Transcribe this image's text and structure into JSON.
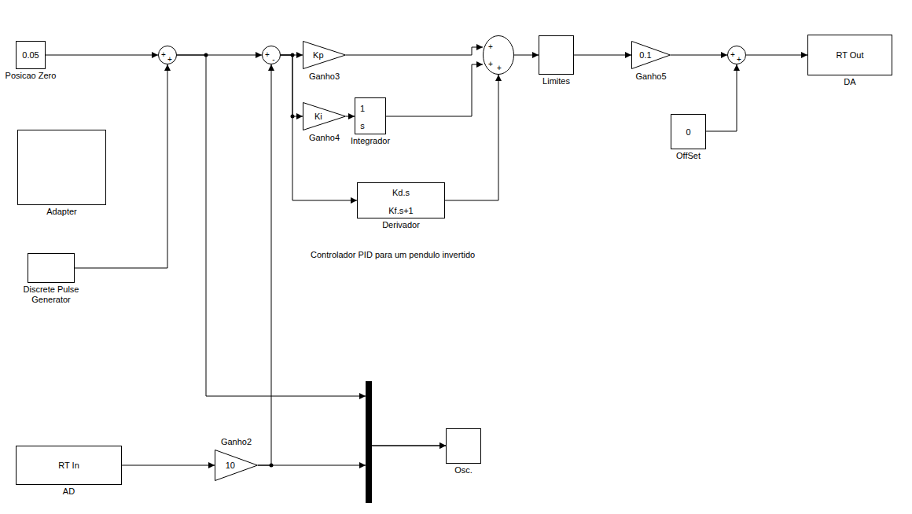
{
  "diagram": {
    "nodes": [
      {
        "text": [
          "0.05",
          "Posicao Zero"
        ]
      },
      {
        "text": [
          "+",
          "+"
        ]
      },
      {
        "text": [
          "+",
          "-"
        ]
      },
      {
        "text": [
          "Kp",
          "Ganho3"
        ]
      },
      {
        "text": [
          "Ki",
          "Ganho4"
        ]
      },
      {
        "text": [
          "1",
          "s",
          "Integrador"
        ]
      },
      {
        "text": [
          "Kd.s",
          "Kf.s+1",
          "Derivador"
        ]
      },
      {
        "text": [
          "+",
          "+",
          "+"
        ]
      },
      {
        "text": [
          "Limites"
        ]
      },
      {
        "text": [
          "0.1",
          "Ganho5"
        ]
      },
      {
        "text": [
          "+",
          "+"
        ]
      },
      {
        "text": [
          "RT Out",
          "DA"
        ]
      },
      {
        "text": [
          "0",
          "OffSet"
        ]
      },
      {
        "text": [
          "Adapter"
        ]
      },
      {
        "text": [
          "Discrete Pulse Generator"
        ]
      },
      {
        "text": [
          "RT In",
          "AD"
        ]
      },
      {
        "text": [
          "Ganho2",
          "10"
        ]
      },
      {
        "text": [
          "Osc."
        ]
      }
    ],
    "edges": [
      {
        "from": 0,
        "to": 1,
        "arrow": "to"
      },
      {
        "from": 14,
        "to": 1,
        "arrow": "to"
      },
      {
        "from": 1,
        "to": 2,
        "arrow": "to"
      },
      {
        "from": 15,
        "to": 16,
        "arrow": "to"
      },
      {
        "from": 16,
        "to": 2,
        "arrow": "to"
      },
      {
        "from": 2,
        "to": 3,
        "arrow": "to"
      },
      {
        "from": 2,
        "to": 4,
        "arrow": "to"
      },
      {
        "from": 2,
        "to": 6,
        "arrow": "to"
      },
      {
        "from": 4,
        "to": 5,
        "arrow": "to"
      },
      {
        "from": 3,
        "to": 7,
        "arrow": "to"
      },
      {
        "from": 5,
        "to": 7,
        "arrow": "to"
      },
      {
        "from": 6,
        "to": 7,
        "arrow": "to"
      },
      {
        "from": 7,
        "to": 8,
        "arrow": "to"
      },
      {
        "from": 8,
        "to": 9,
        "arrow": "to"
      },
      {
        "from": 9,
        "to": 10,
        "arrow": "to"
      },
      {
        "from": 12,
        "to": 10,
        "arrow": "to"
      },
      {
        "from": 10,
        "to": 11,
        "arrow": "to"
      },
      {
        "from": 1,
        "to": 17,
        "arrow": "to"
      },
      {
        "from": 16,
        "to": 17,
        "arrow": "to"
      }
    ],
    "labels": [
      "Controlador PID para um pendulo invertido"
    ]
  }
}
